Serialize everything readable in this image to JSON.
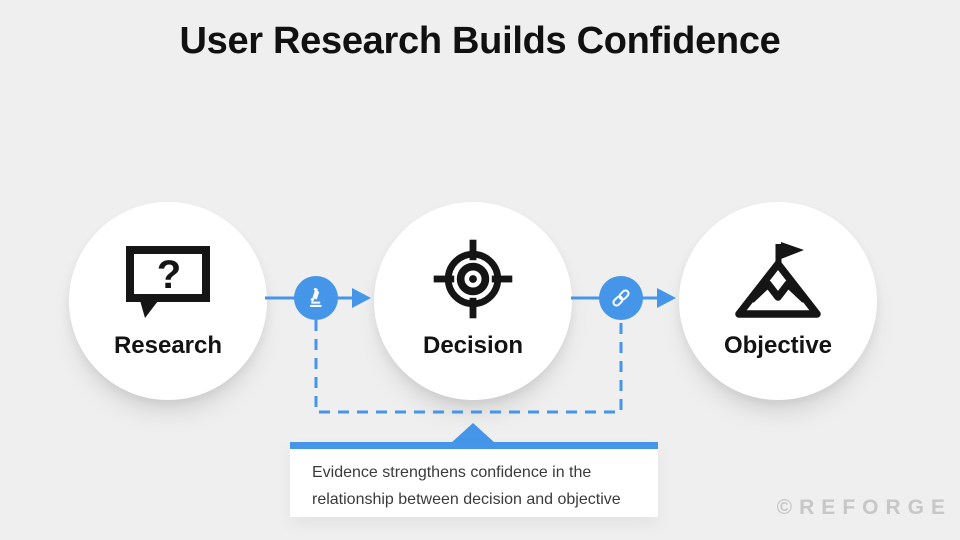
{
  "page": {
    "title": "User Research Builds Confidence",
    "watermark": "©REFORGE",
    "background_color": "#efefef",
    "accent_color": "#4596e8",
    "watermark_color": "#c7c7c7"
  },
  "nodes": [
    {
      "label": "Research",
      "icon": "question-speech-bubble-icon",
      "question_mark": "?"
    },
    {
      "label": "Decision",
      "icon": "target-icon"
    },
    {
      "label": "Objective",
      "icon": "mountain-flag-icon"
    }
  ],
  "connectors": [
    {
      "icon": "microscope-icon",
      "from": "Research",
      "to": "Decision"
    },
    {
      "icon": "link-icon",
      "from": "Decision",
      "to": "Objective"
    }
  ],
  "callout": {
    "line1": "Evidence strengthens confidence in the",
    "line2": "relationship between decision and objective"
  }
}
